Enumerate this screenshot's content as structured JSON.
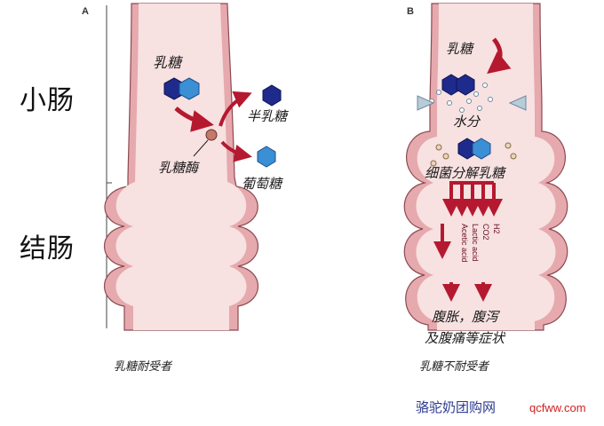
{
  "panels": {
    "a": {
      "letter": "A",
      "lactose": "乳糖",
      "enzyme": "乳糖酶",
      "galactose": "半乳糖",
      "glucose": "葡萄糖",
      "caption": "乳糖耐受者"
    },
    "b": {
      "letter": "B",
      "lactose": "乳糖",
      "water": "水分",
      "bacteria": "细菌分解乳糖",
      "products": [
        "H2",
        "CO2",
        "Lactic acid",
        "Acetic acid"
      ],
      "symptoms_line1": "腹胀，腹泻",
      "symptoms_line2": "及腹痛等症状",
      "caption": "乳糖不耐受者"
    }
  },
  "labels": {
    "small_intestine": "小肠",
    "colon": "结肠"
  },
  "watermark": {
    "text": "骆驼奶团购网",
    "url": "qcfww.com"
  },
  "colors": {
    "gut_fill": "#f7e1e1",
    "gut_wall": "#e6a9ad",
    "gut_outline": "#8c4a52",
    "arrow_red": "#b5192f",
    "hex_dark": "#1e2a8c",
    "hex_light": "#3b8fd4"
  }
}
